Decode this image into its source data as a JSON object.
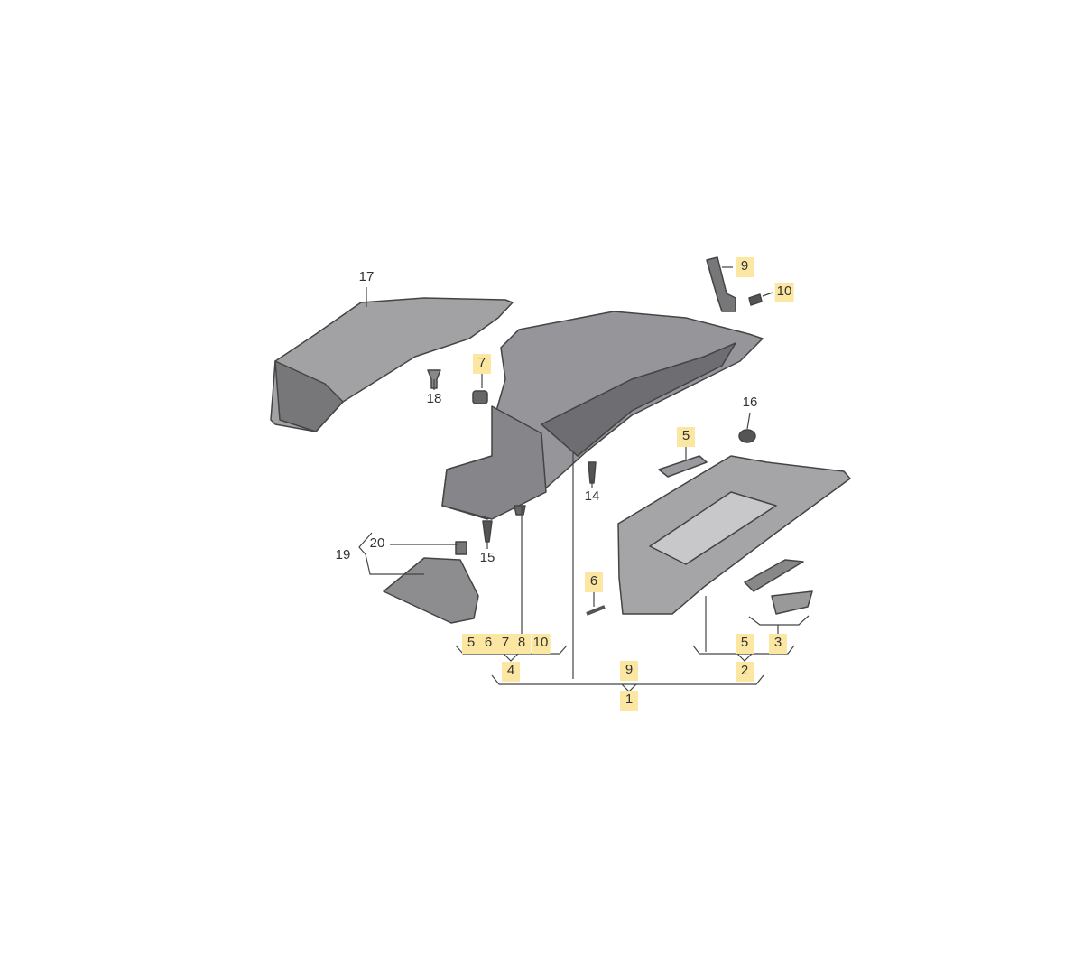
{
  "diagram": {
    "title": "Glove box assembly parts diagram",
    "highlight_color": "#fbe7a1",
    "part_color": "#8f8f92",
    "callouts": [
      {
        "text": "17",
        "highlighted": false
      },
      {
        "text": "18",
        "highlighted": false
      },
      {
        "text": "7",
        "highlighted": true
      },
      {
        "text": "9",
        "highlighted": true
      },
      {
        "text": "10",
        "highlighted": true
      },
      {
        "text": "16",
        "highlighted": false
      },
      {
        "text": "5",
        "highlighted": true
      },
      {
        "text": "14",
        "highlighted": false
      },
      {
        "text": "6",
        "highlighted": true
      },
      {
        "text": "20",
        "highlighted": false
      },
      {
        "text": "19",
        "highlighted": false
      },
      {
        "text": "15",
        "highlighted": false
      }
    ],
    "groups": {
      "g4_items": [
        "5",
        "6",
        "7",
        "8",
        "10"
      ],
      "g4": "4",
      "g2_item": "5",
      "g3": "3",
      "g2": "2",
      "g1_item": "9",
      "g1": "1"
    }
  }
}
